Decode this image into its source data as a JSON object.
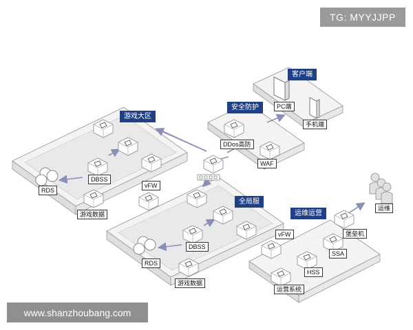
{
  "watermarks": {
    "top": "TG: MYYJJPP",
    "bottom": "www.shanzhoubang.com"
  },
  "zones": {
    "game_region": "游戏大区",
    "global_server": "全局服",
    "security": "安全防护",
    "client": "客户端",
    "operations": "运维运营"
  },
  "nodes": {
    "rds_1": "RDS",
    "dbss_1": "DBSS",
    "game_data_1": "游戏数据",
    "vfw_1": "vFW",
    "rds_2": "RDS",
    "dbss_2": "DBSS",
    "game_data_2": "游戏数据",
    "vfw_2": "vFW",
    "ddos": "DDos高防",
    "waf": "WAF",
    "pc": "PC端",
    "mobile": "手机端",
    "bastion": "堡垒机",
    "ssa": "SSA",
    "hss": "HSS",
    "ops_system": "运营系统",
    "ops": "运维"
  },
  "colors": {
    "zone_label_bg": "#1f3f86",
    "arrow": "#8a8fb8",
    "platform_top": "#f2f2f2",
    "platform_side": "#dcdcdc"
  }
}
